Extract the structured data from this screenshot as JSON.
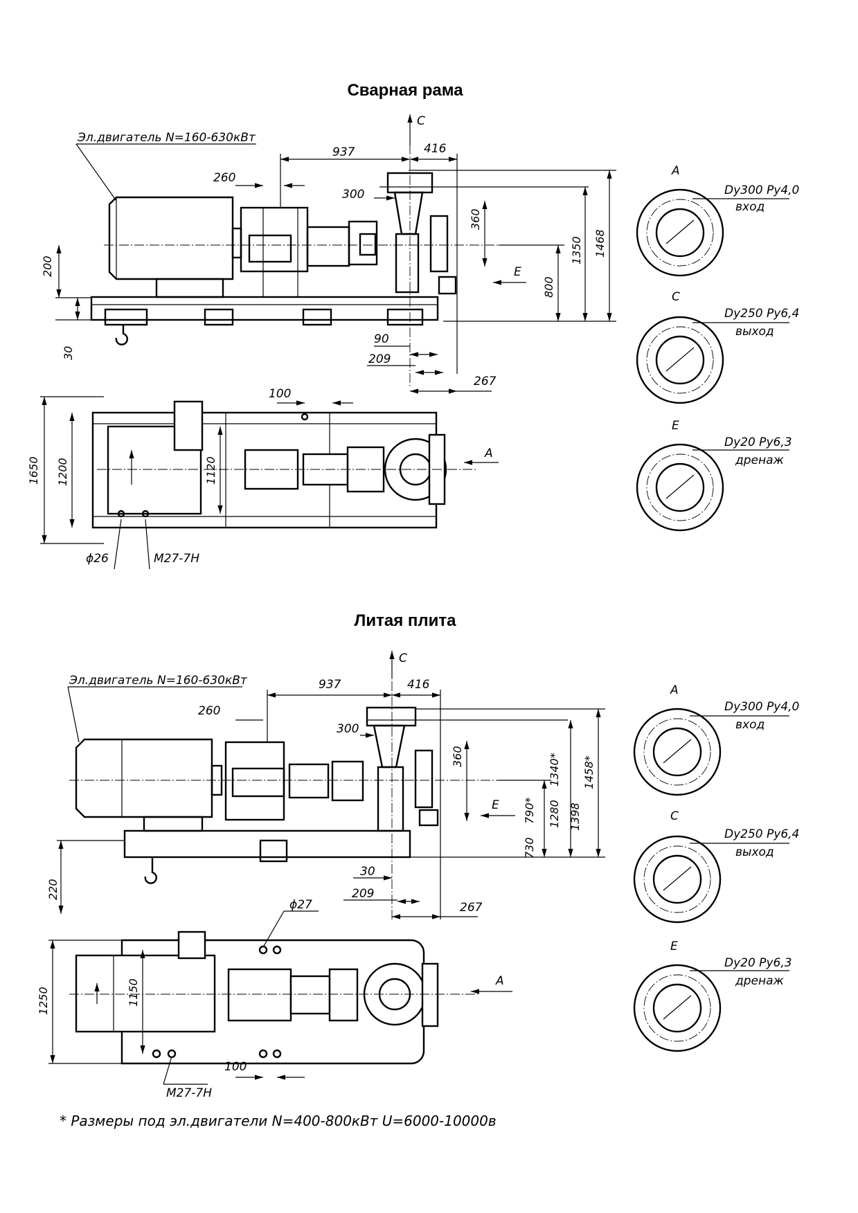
{
  "sections": [
    {
      "title": "Сварная рама",
      "motor_label": "Эл.двигатель N=160-630кВт",
      "view_C": "C",
      "view_E": "E",
      "view_A": "A",
      "dims": {
        "d937": "937",
        "d416": "416",
        "d260": "260",
        "d300": "300",
        "d360": "360",
        "d1350": "1350",
        "d1468": "1468",
        "d800": "800",
        "d200": "200",
        "d30": "30",
        "d90": "90",
        "d209": "209",
        "d267": "267",
        "d100": "100",
        "d1650": "1650",
        "d1200": "1200",
        "d1120": "1120",
        "phi": "ϕ26",
        "thread": "M27-7H"
      },
      "flanges": [
        {
          "view": "A",
          "spec": "Dy300  Py4,0",
          "purpose": "вход"
        },
        {
          "view": "C",
          "spec": "Dy250 Py6,4",
          "purpose": "выход"
        },
        {
          "view": "E",
          "spec": "Dy20 Py6,3",
          "purpose": "дренаж"
        }
      ]
    },
    {
      "title": "Литая плита",
      "motor_label": "Эл.двигатель N=160-630кВт",
      "view_C": "C",
      "view_E": "E",
      "view_A": "A",
      "dims": {
        "d937": "937",
        "d416": "416",
        "d260": "260",
        "d300": "300",
        "d360": "360",
        "d1340": "1340*",
        "d1280": "1280",
        "d1458": "1458*",
        "d1398": "1398",
        "d790": "790*",
        "d730": "730",
        "d220": "220",
        "d30": "30",
        "d209": "209",
        "d267": "267",
        "d100": "100",
        "d1250": "1250",
        "d1150": "1150",
        "phi": "ϕ27",
        "thread": "M27-7H"
      },
      "flanges": [
        {
          "view": "A",
          "spec": "Dy300  Py4,0",
          "purpose": "вход"
        },
        {
          "view": "C",
          "spec": "Dy250 Py6,4",
          "purpose": "выход"
        },
        {
          "view": "E",
          "spec": "Dy20 Py6,3",
          "purpose": "дренаж"
        }
      ]
    }
  ],
  "footnote": "* Размеры под эл.двигатели N=400-800кВт  U=6000-10000в"
}
